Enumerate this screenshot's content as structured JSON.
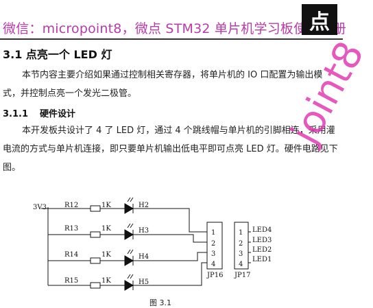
{
  "header": {
    "title": "微信：micropoint8，微点 STM32 单片机学习板使用手册",
    "logo_char": "点",
    "accent_color": "#b83aa8"
  },
  "section": {
    "title": "3.1 点亮一个 LED 灯",
    "intro": "本节内容主要介绍如果通过控制相关寄存器，将单片机的 IO 口配置为输出模式，并控制点亮一个发光二极管。"
  },
  "subsection": {
    "number": "3.1.1",
    "title": "硬件设计",
    "body": "本开发板共设计了 4 了 LED 灯，通过 4 个跳线帽与单片机的引脚相连，采用灌电流的方式与单片机连接，即只要单片机输出低电平即可点亮 LED 灯。硬件电路见下图。"
  },
  "watermark": {
    "text": "joint8",
    "color": "#e23bb3"
  },
  "circuit": {
    "supply": "3V3",
    "resistors": [
      "R12",
      "R13",
      "R14",
      "R15"
    ],
    "resistor_value": "1K",
    "leds": [
      "H2",
      "H3",
      "H4",
      "H5"
    ],
    "jp16": {
      "label": "JP16",
      "pins": [
        "1",
        "2",
        "3",
        "4"
      ]
    },
    "jp17": {
      "label": "JP17",
      "pins": [
        "1",
        "2",
        "3",
        "4"
      ]
    },
    "outputs": [
      "LED4",
      "LED3",
      "LED2",
      "LED1"
    ]
  },
  "figure": {
    "caption": "图 3.1"
  }
}
